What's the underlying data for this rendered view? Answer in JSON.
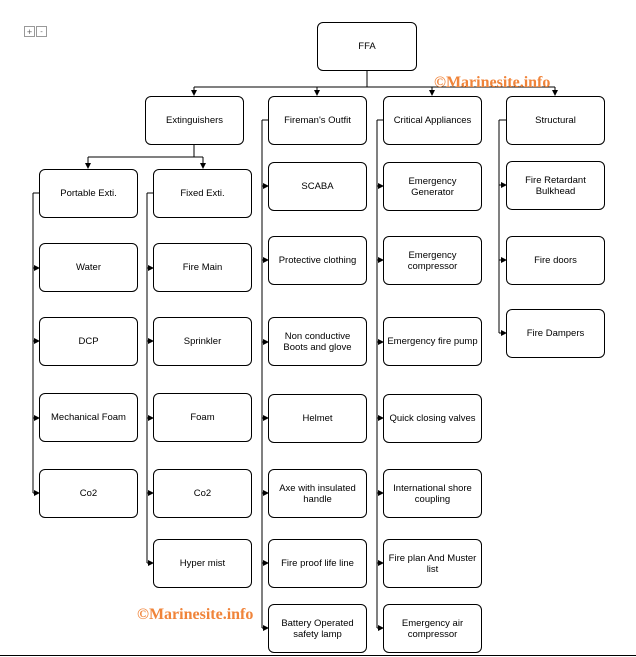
{
  "zoom_controls": {
    "zoom_in": "+",
    "zoom_out": "-"
  },
  "watermark": "©Marinesite.info",
  "root": "FFA",
  "categories": {
    "extinguishers": "Extinguishers",
    "firemans_outfit": "Fireman's Outfit",
    "critical_appliances": "Critical Appliances",
    "structural": "Structural"
  },
  "extinguisher_types": {
    "portable": "Portable Exti.",
    "fixed": "Fixed Exti."
  },
  "portable_items": [
    "Water",
    "DCP",
    "Mechanical Foam",
    "Co2"
  ],
  "fixed_items": [
    "Fire Main",
    "Sprinkler",
    "Foam",
    "Co2",
    "Hyper mist"
  ],
  "outfit_items": [
    "SCABA",
    "Protective clothing",
    "Non conductive Boots and glove",
    "Helmet",
    "Axe with insulated handle",
    "Fire proof life line",
    "Battery Operated safety lamp"
  ],
  "appliance_items": [
    "Emergency Generator",
    "Emergency compressor",
    "Emergency fire pump",
    "Quick closing valves",
    "International shore coupling",
    "Fire plan And Muster list",
    "Emergency air compressor"
  ],
  "structural_items": [
    "Fire Retardant Bulkhead",
    "Fire doors",
    "Fire Dampers"
  ]
}
